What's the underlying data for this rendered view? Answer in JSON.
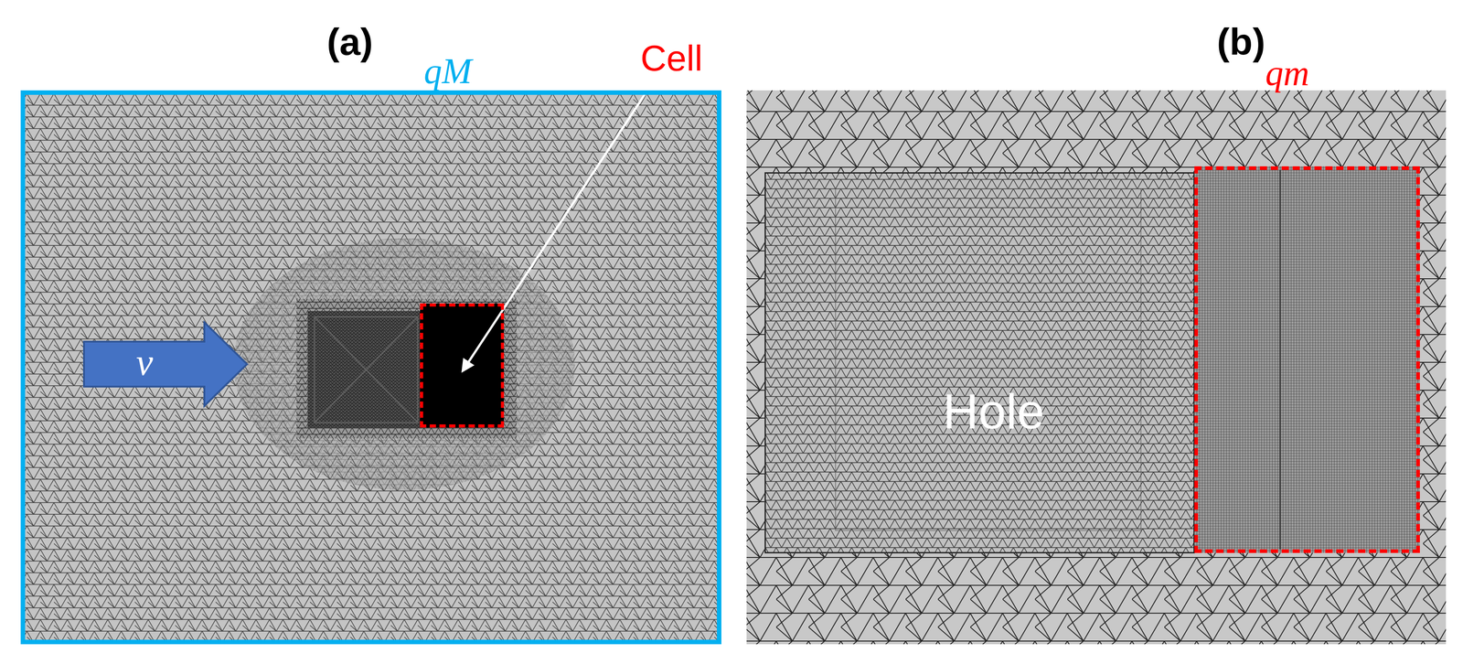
{
  "diagram": {
    "nodes": [
      {
        "text": [
          "(a)",
          "qM"
        ]
      },
      {
        "text": [
          "Cell"
        ],
        "in": 0
      },
      {
        "text": [
          "(b)"
        ]
      },
      {
        "text": [
          "Hole"
        ],
        "in": 2
      },
      {
        "text": [
          "qm"
        ],
        "in": 2
      }
    ],
    "labels": [
      "v"
    ]
  }
}
